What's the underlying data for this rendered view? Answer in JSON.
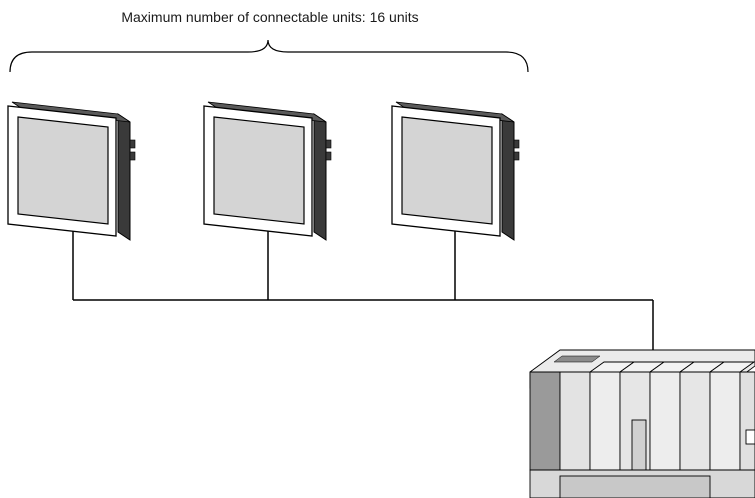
{
  "caption": "Maximum number of connectable units: 16 units",
  "nodes": [
    {
      "kind": "display-unit",
      "icon": "touch-panel-icon"
    },
    {
      "kind": "display-unit",
      "icon": "touch-panel-icon"
    },
    {
      "kind": "display-unit",
      "icon": "touch-panel-icon"
    },
    {
      "kind": "controller",
      "icon": "plc-rack-icon"
    }
  ],
  "colors": {
    "line": "#000000",
    "panel_frame": "#ffffff",
    "panel_screen": "#d4d4d4",
    "panel_body_dark": "#3a3a3a",
    "plc_light": "#ebebeb",
    "plc_mid": "#cfcfcf",
    "plc_dark": "#8c8c8c"
  }
}
